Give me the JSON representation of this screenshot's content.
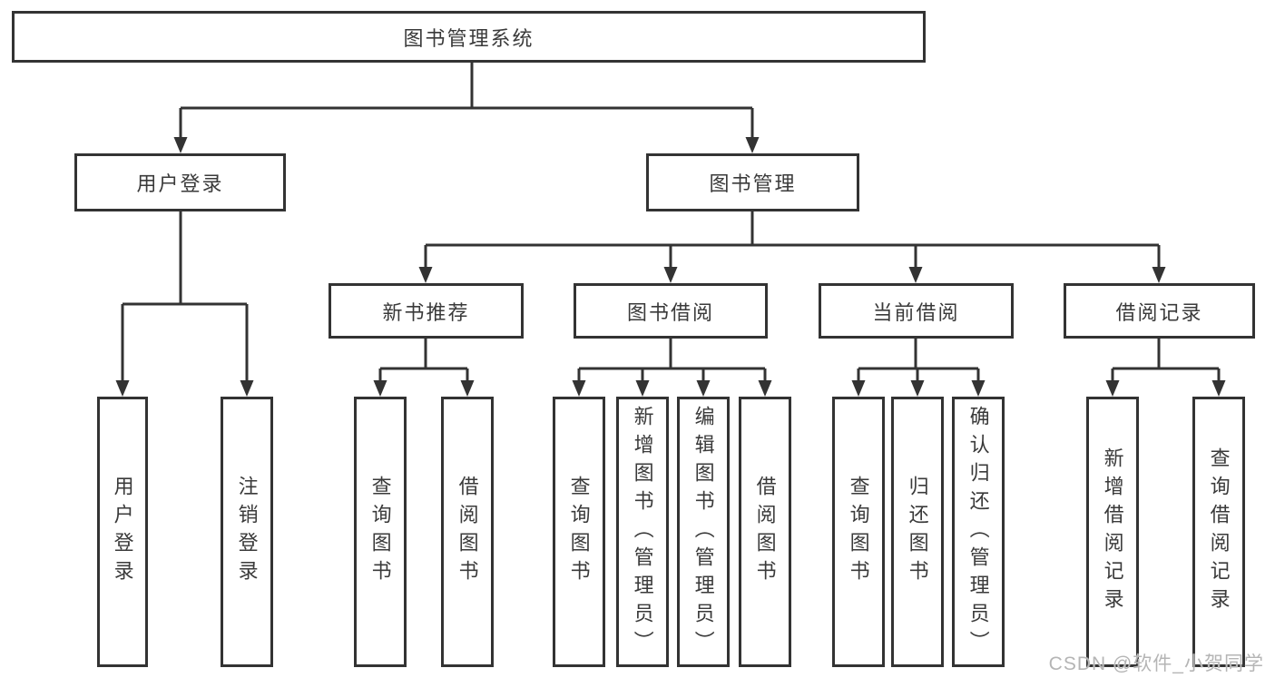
{
  "tree": {
    "label": "图书管理系统",
    "children": [
      {
        "label": "用户登录",
        "children": [
          {
            "label": "用户登录"
          },
          {
            "label": "注销登录"
          }
        ]
      },
      {
        "label": "图书管理",
        "children": [
          {
            "label": "新书推荐",
            "children": [
              {
                "label": "查询图书"
              },
              {
                "label": "借阅图书"
              }
            ]
          },
          {
            "label": "图书借阅",
            "children": [
              {
                "label": "查询图书"
              },
              {
                "label": "新增图书（管理员）"
              },
              {
                "label": "编辑图书（管理员）"
              },
              {
                "label": "借阅图书"
              }
            ]
          },
          {
            "label": "当前借阅",
            "children": [
              {
                "label": "查询图书"
              },
              {
                "label": "归还图书"
              },
              {
                "label": "确认归还（管理员）"
              }
            ]
          },
          {
            "label": "借阅记录",
            "children": [
              {
                "label": "新增借阅记录"
              },
              {
                "label": "查询借阅记录"
              }
            ]
          }
        ]
      }
    ]
  },
  "watermark": "CSDN @软件_小贺同学",
  "colors": {
    "line": "#333333",
    "box_border": "#333333",
    "text": "#3a3a3a",
    "watermark_text": "#b5b5b5",
    "background": "#ffffff"
  }
}
